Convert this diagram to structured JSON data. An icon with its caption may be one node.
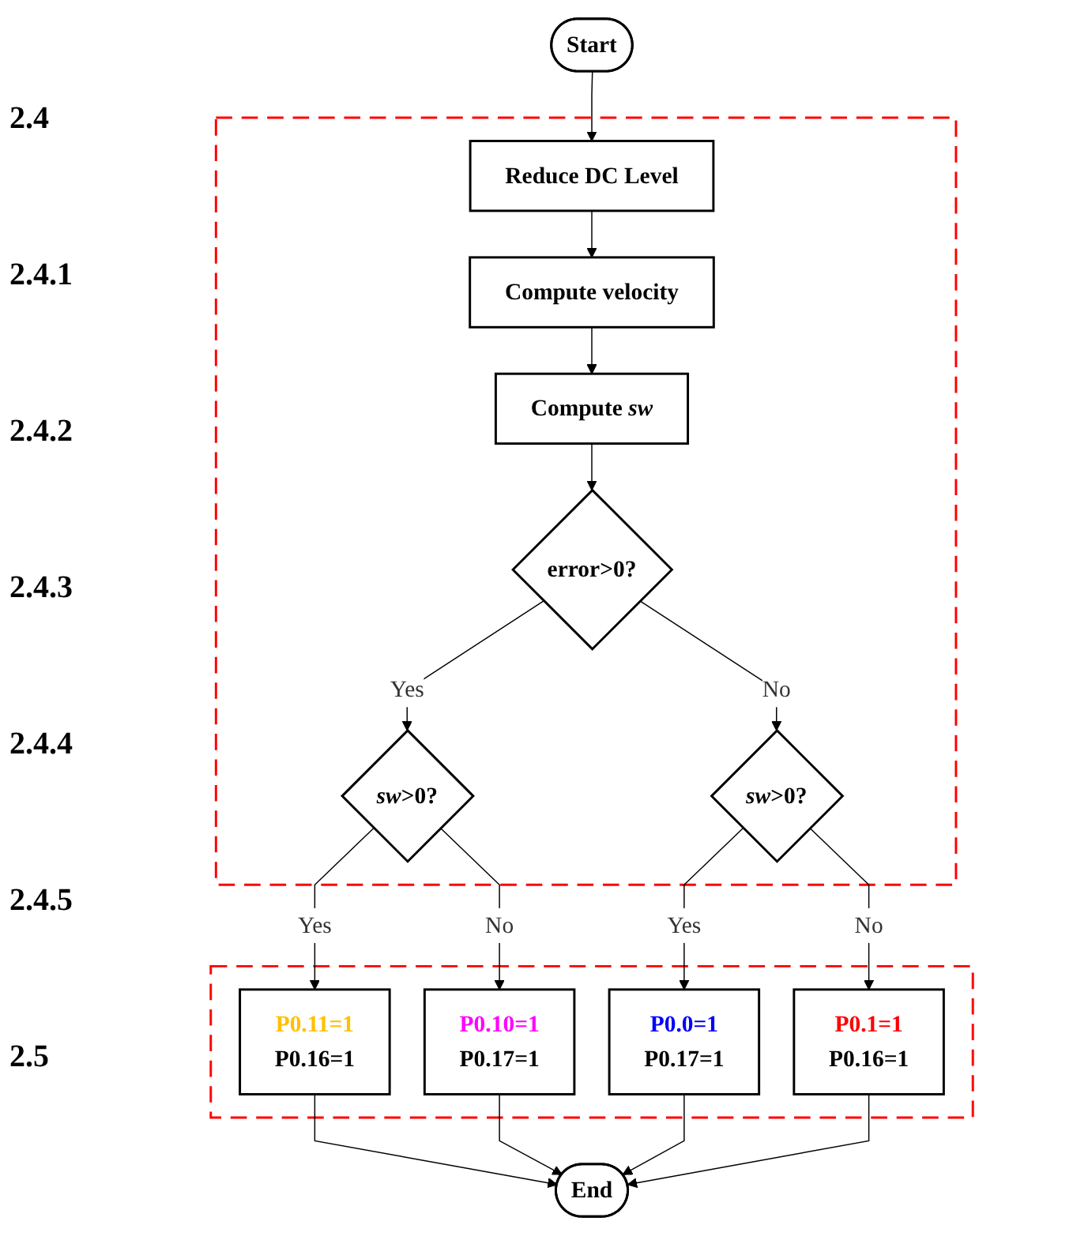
{
  "diagram": {
    "nodes": [
      {
        "text": [
          "Start"
        ]
      },
      {
        "text": [],
        "shape": "box"
      },
      {
        "text": [
          "Reduce DC Level"
        ],
        "in": 1
      },
      {
        "text": [
          "Compute velocity"
        ],
        "in": 1
      },
      {
        "text": [
          "Compute *sw*"
        ],
        "in": 1
      },
      {
        "text": [
          "error>0?"
        ],
        "in": 1
      },
      {
        "text": [
          "*sw*>0?"
        ],
        "in": 1
      },
      {
        "text": [
          "*sw*>0?"
        ],
        "in": 1
      },
      {
        "text": [],
        "shape": "box"
      },
      {
        "text": [
          "P0.11=1",
          "P0.16=1"
        ],
        "in": 8
      },
      {
        "text": [
          "P0.10=1",
          "P0.17=1"
        ],
        "in": 8
      },
      {
        "text": [
          "P0.0=1",
          "P0.17=1"
        ],
        "in": 8
      },
      {
        "text": [
          "P0.1=1",
          "P0.16=1"
        ],
        "in": 8
      },
      {
        "text": [
          "End"
        ]
      }
    ],
    "edges": [
      {
        "from": 0,
        "to": 2,
        "arrow": "to"
      },
      {
        "from": 2,
        "to": 3,
        "arrow": "to"
      },
      {
        "from": 3,
        "to": 4,
        "arrow": "to"
      },
      {
        "from": 4,
        "to": 5,
        "arrow": "to"
      },
      {
        "from": 5,
        "to": 6,
        "arrow": "to",
        "label": "Yes"
      },
      {
        "from": 5,
        "to": 7,
        "arrow": "to",
        "label": "No"
      },
      {
        "from": 6,
        "to": 9,
        "arrow": "to",
        "label": "Yes"
      },
      {
        "from": 6,
        "to": 10,
        "arrow": "to",
        "label": "No"
      },
      {
        "from": 7,
        "to": 11,
        "arrow": "to",
        "label": "Yes"
      },
      {
        "from": 7,
        "to": 12,
        "arrow": "to",
        "label": "No"
      },
      {
        "from": 9,
        "to": 13,
        "arrow": "to"
      },
      {
        "from": 10,
        "to": 13,
        "arrow": "to"
      },
      {
        "from": 11,
        "to": 13,
        "arrow": "to"
      },
      {
        "from": 12,
        "to": 13,
        "arrow": "to"
      }
    ],
    "labels": [
      "2.4",
      "2.4.1",
      "2.4.2",
      "2.4.3",
      "2.4.4",
      "2.4.5",
      "2.5"
    ]
  }
}
